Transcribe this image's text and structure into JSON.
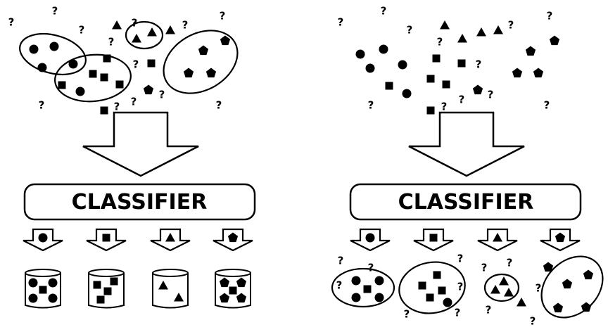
{
  "left_panel": {
    "classifier_label": "CLASSIFIER",
    "classes": [
      "circle",
      "square",
      "triangle",
      "pentagon"
    ],
    "unknown_mark": "?"
  },
  "right_panel": {
    "classifier_label": "CLASSIFIER",
    "classes": [
      "circle",
      "square",
      "triangle",
      "pentagon"
    ],
    "unknown_mark": "?"
  },
  "colors": {
    "ink": "#000000",
    "background": "#ffffff"
  }
}
